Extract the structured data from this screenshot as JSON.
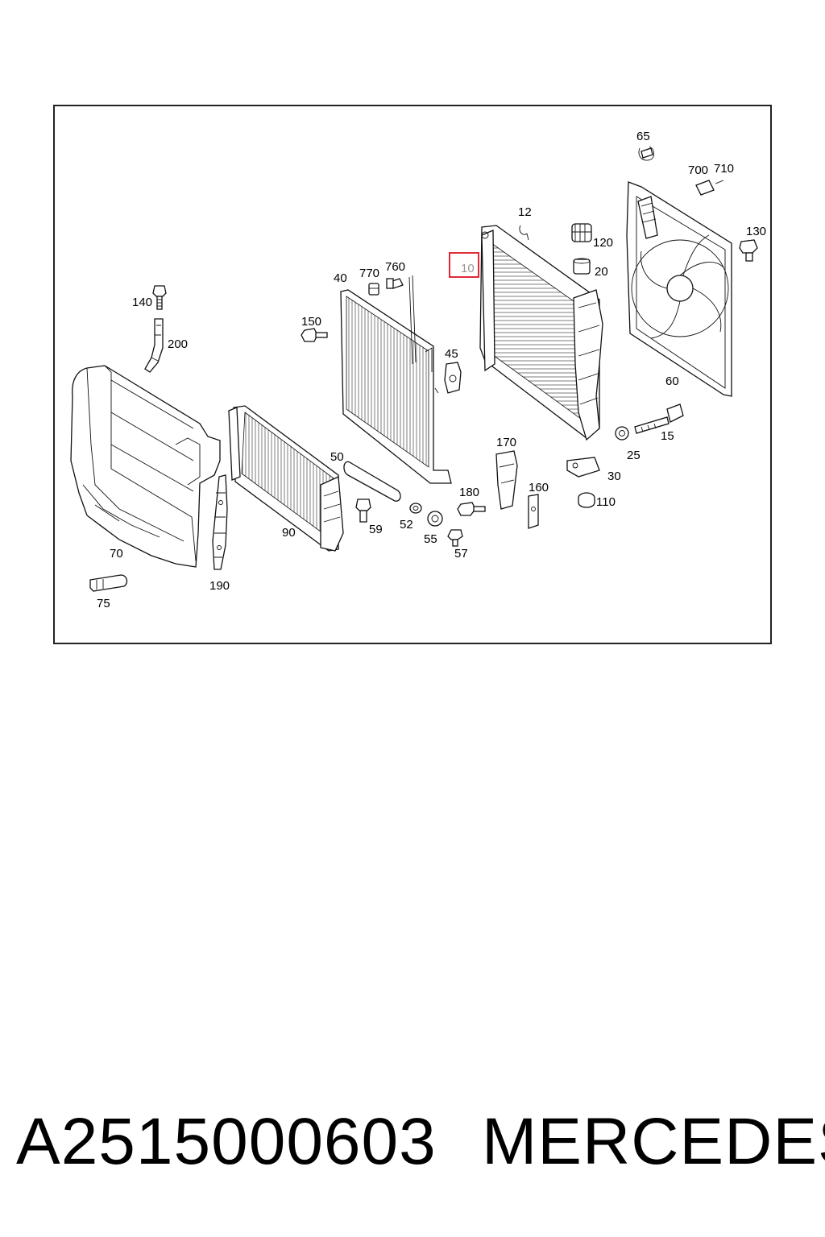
{
  "diagram": {
    "highlighted_callout": "10",
    "callouts": {
      "c65": "65",
      "c700": "700",
      "c710": "710",
      "c12": "12",
      "c120": "120",
      "c130": "130",
      "c10": "10",
      "c20": "20",
      "c40": "40",
      "c770": "770",
      "c760": "760",
      "c140": "140",
      "c150": "150",
      "c200": "200",
      "c45": "45",
      "c60": "60",
      "c170": "170",
      "c15": "15",
      "c25": "25",
      "c50": "50",
      "c30": "30",
      "c180": "180",
      "c160": "160",
      "c110": "110",
      "c90": "90",
      "c59": "59",
      "c52": "52",
      "c55": "55",
      "c57": "57",
      "c70": "70",
      "c190": "190",
      "c75": "75"
    },
    "highlight_color": "#e0283a"
  },
  "caption": {
    "part_number": "A2515000603",
    "brand": "MERCEDES"
  }
}
